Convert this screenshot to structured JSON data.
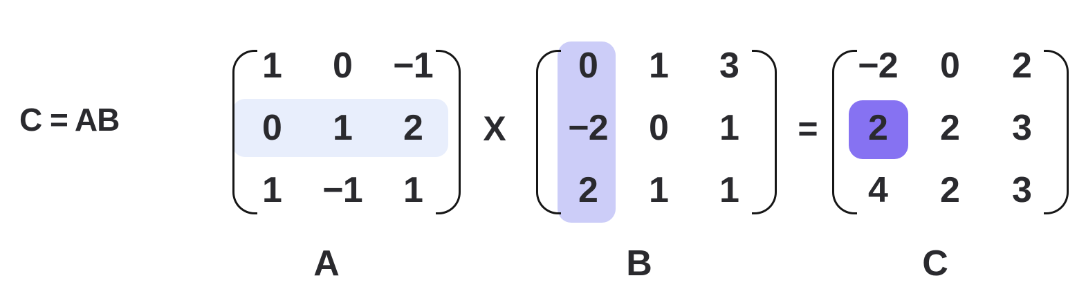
{
  "equation": "C = AB",
  "operators": {
    "multiply": "X",
    "equals": "="
  },
  "colors": {
    "text": "#2a2a2e",
    "bracket": "#161616",
    "row_highlight": "#e8eefc",
    "column_highlight": "#cccdf8",
    "cell_highlight": "#8672f2"
  },
  "matrices": [
    {
      "label": "A",
      "values": [
        [
          "1",
          "0",
          "−1"
        ],
        [
          "0",
          "1",
          "2"
        ],
        [
          "1",
          "−1",
          "1"
        ]
      ],
      "highlight": {
        "type": "row",
        "row": 1
      }
    },
    {
      "label": "B",
      "values": [
        [
          "0",
          "1",
          "3"
        ],
        [
          "−2",
          "0",
          "1"
        ],
        [
          "2",
          "1",
          "1"
        ]
      ],
      "highlight": {
        "type": "column",
        "column": 0
      }
    },
    {
      "label": "C",
      "values": [
        [
          "−2",
          "0",
          "2"
        ],
        [
          "2",
          "2",
          "3"
        ],
        [
          "4",
          "2",
          "3"
        ]
      ],
      "highlight": {
        "type": "cell",
        "row": 1,
        "column": 0
      }
    }
  ]
}
